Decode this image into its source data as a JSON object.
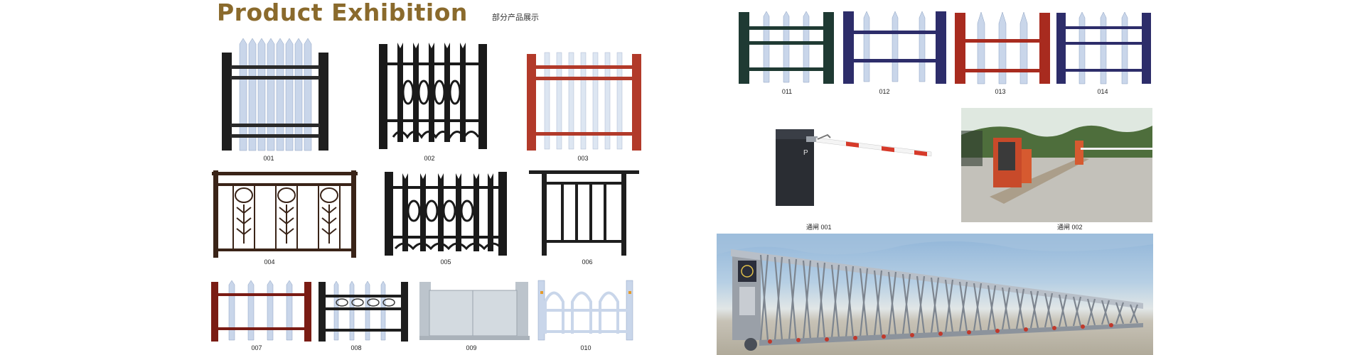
{
  "header": {
    "title": "Product Exhibition",
    "subtitle": "部分产品展示"
  },
  "products": [
    {
      "code": "001"
    },
    {
      "code": "002"
    },
    {
      "code": "003"
    },
    {
      "code": "004"
    },
    {
      "code": "005"
    },
    {
      "code": "006"
    },
    {
      "code": "007"
    },
    {
      "code": "008"
    },
    {
      "code": "009"
    },
    {
      "code": "010"
    },
    {
      "code": "011"
    },
    {
      "code": "012"
    },
    {
      "code": "013"
    },
    {
      "code": "014"
    }
  ],
  "barriers": [
    {
      "caption": "通闸  001"
    },
    {
      "caption": "通闸  002"
    }
  ],
  "colors": {
    "title_gold": "#8a6a2c",
    "post_black": "#1e1e1e",
    "post_red": "#b23a2a",
    "post_navy": "#2d2d6a",
    "post_green": "#1f3a33",
    "picket_light": "#c9d6ea"
  }
}
